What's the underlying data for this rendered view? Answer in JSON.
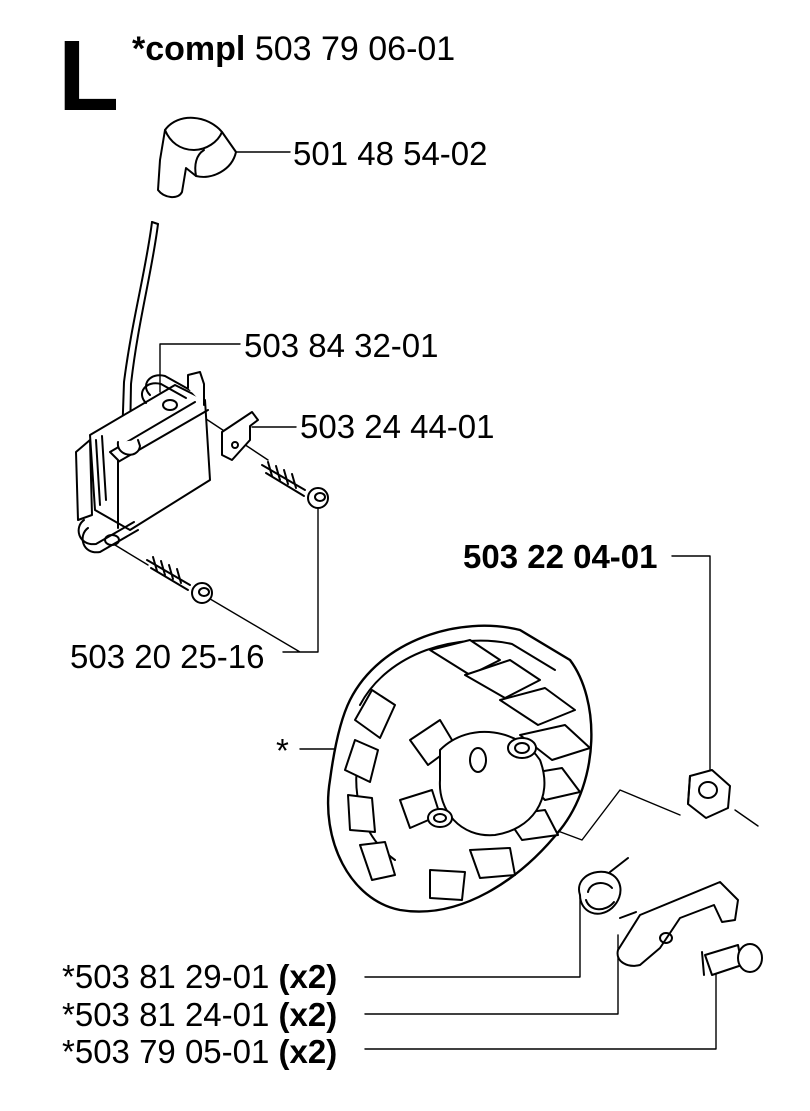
{
  "section_letter": "L",
  "title": {
    "prefix": "*compl",
    "part": "503 79 06-01"
  },
  "labels": {
    "spark_cap": "501 48 54-02",
    "ignition_module": "503 84 32-01",
    "terminal": "503 24 44-01",
    "screws": "503 20 25-16",
    "nut": "503 22 04-01",
    "flywheel": "*",
    "spring": {
      "part": "*503 81 29-01",
      "qty": "(x2)"
    },
    "pawl": {
      "part": "*503 81 24-01",
      "qty": "(x2)"
    },
    "pin": {
      "part": "*503 79 05-01",
      "qty": "(x2)"
    }
  },
  "colors": {
    "line": "#000000",
    "background": "#ffffff",
    "shade": "#d9d9d9"
  }
}
